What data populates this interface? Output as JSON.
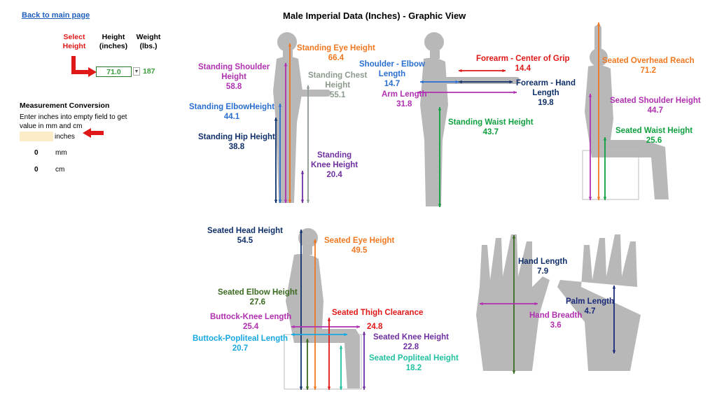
{
  "nav": {
    "back_label": "Back to main page"
  },
  "title": "Male Imperial Data (Inches) - Graphic View",
  "selector": {
    "select_line1": "Select",
    "select_line2": "Height",
    "height_line1": "Height",
    "height_line2": "(inches)",
    "weight_line1": "Weight",
    "weight_line2": "(lbs.)",
    "height_value": "71.0",
    "weight_value": "187"
  },
  "conversion": {
    "heading": "Measurement Conversion",
    "instr1": "Enter inches into empty field to get",
    "instr2": "value in mm and cm",
    "inches_unit": "inches",
    "mm_value": "0",
    "mm_unit": "mm",
    "cm_value": "0",
    "cm_unit": "cm"
  },
  "colors": {
    "orange": "#f07820",
    "magenta": "#b030b0",
    "grey": "#8c9a8c",
    "blue": "#2a6ed0",
    "navy": "#10306a",
    "purple": "#7030a0",
    "red": "#e01818",
    "green": "#10a040",
    "darkgreen": "#3a6a20",
    "cyan": "#18a8e0",
    "teal": "#20c0a0",
    "darkblue": "#1a2a7a",
    "figure": "#b8b8b8"
  },
  "labels": {
    "standing_eye": {
      "name": "Standing Eye Height",
      "value": "66.4"
    },
    "standing_shoulder": {
      "name1": "Standing Shoulder",
      "name2": "Height",
      "value": "58.8"
    },
    "standing_chest": {
      "name1": "Standing Chest",
      "name2": "Height",
      "value": "55.1"
    },
    "standing_elbow": {
      "name": "Standing ElbowHeight",
      "value": "44.1"
    },
    "standing_hip": {
      "name": "Standing Hip Height",
      "value": "38.8"
    },
    "standing_knee": {
      "name1": "Standing",
      "name2": "Knee Height",
      "value": "20.4"
    },
    "shoulder_elbow": {
      "name1": "Shoulder - Elbow",
      "name2": "Length",
      "value": "14.7"
    },
    "arm_length": {
      "name": "Arm Length",
      "value": "31.8"
    },
    "forearm_grip": {
      "name": "Forearm - Center of Grip",
      "value": "14.4"
    },
    "forearm_hand": {
      "name1": "Forearm - Hand",
      "name2": "Length",
      "value": "19.8"
    },
    "standing_waist": {
      "name": "Standing Waist Height",
      "value": "43.7"
    },
    "seated_overhead": {
      "name": "Seated  Overhead Reach",
      "value": "71.2"
    },
    "seated_shoulder": {
      "name": "Seated Shoulder Height",
      "value": "44.7"
    },
    "seated_waist": {
      "name": "Seated Waist Height",
      "value": "25.6"
    },
    "seated_head": {
      "name": "Seated Head Height",
      "value": "54.5"
    },
    "seated_eye": {
      "name": "Seated Eye Height",
      "value": "49.5"
    },
    "seated_elbow": {
      "name": "Seated Elbow Height",
      "value": "27.6"
    },
    "buttock_knee": {
      "name": "Buttock-Knee Length",
      "value": "25.4"
    },
    "seated_thigh": {
      "name": "Seated Thigh Clearance",
      "value": "24.8"
    },
    "buttock_popliteal": {
      "name": "Buttock-Popliteal Length",
      "value": "20.7"
    },
    "seated_knee": {
      "name": "Seated Knee Height",
      "value": "22.8"
    },
    "seated_popliteal": {
      "name": "Seated Popliteal Height",
      "value": "18.2"
    },
    "hand_length": {
      "name": "Hand Length",
      "value": "7.9"
    },
    "hand_breadth": {
      "name": "Hand Breadth",
      "value": "3.6"
    },
    "palm_length": {
      "name": "Palm Length",
      "value": "4.7"
    }
  }
}
